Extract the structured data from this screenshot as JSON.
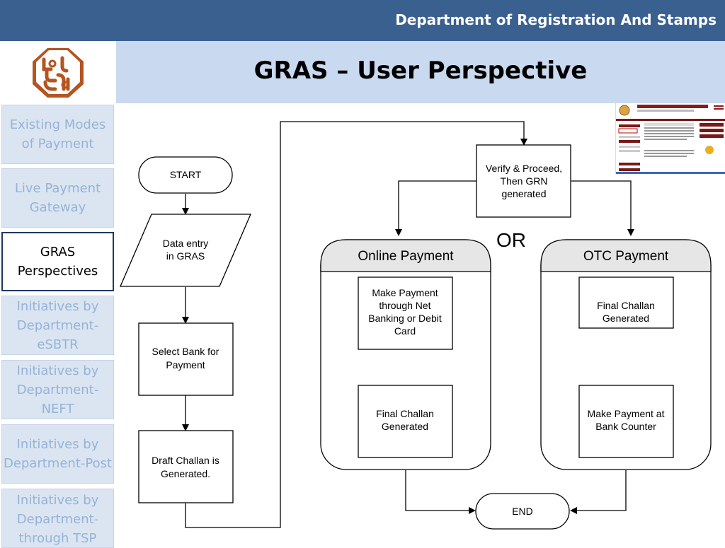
{
  "header": {
    "department": "Department of Registration And Stamps"
  },
  "title": "GRAS – User Perspective",
  "sidebar": {
    "items": [
      {
        "label": "Existing Modes of Payment",
        "active": false
      },
      {
        "label": "Live Payment Gateway",
        "active": false
      },
      {
        "label": "GRAS Perspectives",
        "active": true
      },
      {
        "label": "Initiatives by Department-eSBTR",
        "active": false
      },
      {
        "label": "Initiatives by Department-NEFT",
        "active": false
      },
      {
        "label": "Initiatives by Department-Post",
        "active": false
      },
      {
        "label": "Initiatives by Department-through TSP",
        "active": false
      }
    ]
  },
  "flowchart": {
    "start": "START",
    "data_entry": [
      "Data entry",
      "in GRAS"
    ],
    "select_bank": [
      "Select Bank for",
      "Payment"
    ],
    "draft_challan": [
      "Draft Challan is",
      "Generated."
    ],
    "verify": [
      "Verify & Proceed,",
      "Then GRN",
      "generated"
    ],
    "or": "OR",
    "online": {
      "title": "Online Payment",
      "step1": [
        "Make Payment",
        "through Net",
        "Banking or Debit",
        "Card"
      ],
      "step2": [
        "Final Challan",
        "Generated"
      ]
    },
    "otc": {
      "title": "OTC Payment",
      "step1": [
        "Final Challan",
        "Generated"
      ],
      "step2": [
        "Make Payment at",
        "Bank Counter"
      ]
    },
    "end": "END"
  },
  "colors": {
    "header_bg": "#3a6090",
    "title_bg": "#c9daf0",
    "nav_bg": "#dbe5f1",
    "nav_text": "#95b3d7",
    "nav_active_border": "#1f3864",
    "logo_color": "#b5541f"
  }
}
